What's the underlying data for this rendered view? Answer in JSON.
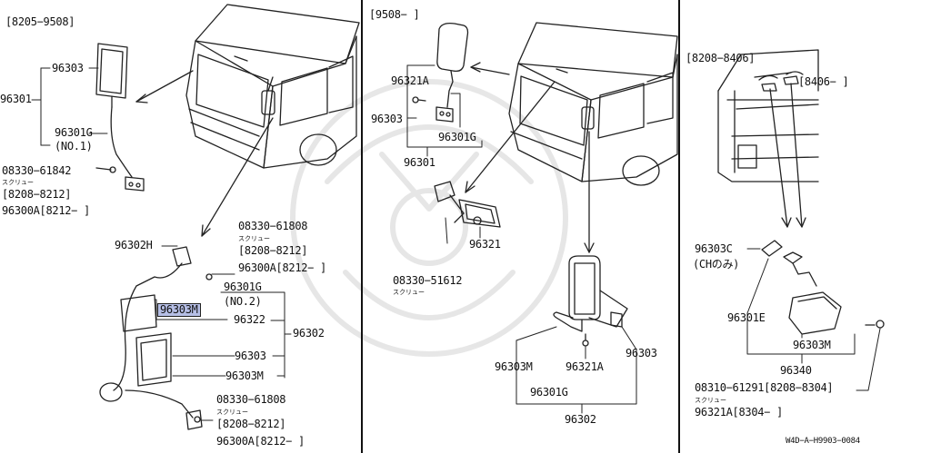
{
  "diagram": {
    "panel_left": {
      "date_range_top": "[8205−9508]",
      "labels": {
        "p96303": "96303",
        "p96301": "96301",
        "p96301G": "96301G",
        "no1": "(NO.1)",
        "screw_code": "08330−61842",
        "screw_kana": "スクリュー",
        "screw_range": "[8208−8212]",
        "screw_alt": "96300A[8212−    ]",
        "p96302H": "96302H",
        "screw2_code": "08330−61808",
        "screw2_kana": "スクリュー",
        "screw2_range": "[8208−8212]",
        "screw2_alt": "96300A[8212−    ]",
        "p96301G_b": "96301G",
        "no2": "(NO.2)",
        "highlight": "96303M",
        "p96322": "96322",
        "p96302": "96302",
        "p96303_b": "96303",
        "p96303M_b": "96303M",
        "screw3_code": "08330−61808",
        "screw3_kana": "スクリュー",
        "screw3_range": "[8208−8212]",
        "screw3_alt": "96300A[8212−    ]"
      }
    },
    "panel_middle": {
      "date_range_top": "[9508−    ]",
      "labels": {
        "p96321A": "96321A",
        "p96303": "96303",
        "p96301G": "96301G",
        "p96301": "96301",
        "p96321": "96321",
        "screw_code": "08330−51612",
        "screw_kana": "スクリュー",
        "p96303M": "96303M",
        "p96321A_b": "96321A",
        "p96303_b": "96303",
        "p96301G_b": "96301G",
        "p96302": "96302"
      }
    },
    "panel_right": {
      "labels": {
        "range_a": "[8208−8406]",
        "range_b": "[8406−    ]",
        "p96303C": "96303C",
        "ch_only": "(CHのみ)",
        "p96301E": "96301E",
        "p96303M": "96303M",
        "p96340": "96340",
        "screw_code": "08310−61291[8208−8304]",
        "screw_kana": "スクリュー",
        "p96321A": "96321A[8304−    ]",
        "footer_code": "W4D−A−H9903−0084"
      }
    },
    "highlight_color": "#b6bfe6"
  }
}
